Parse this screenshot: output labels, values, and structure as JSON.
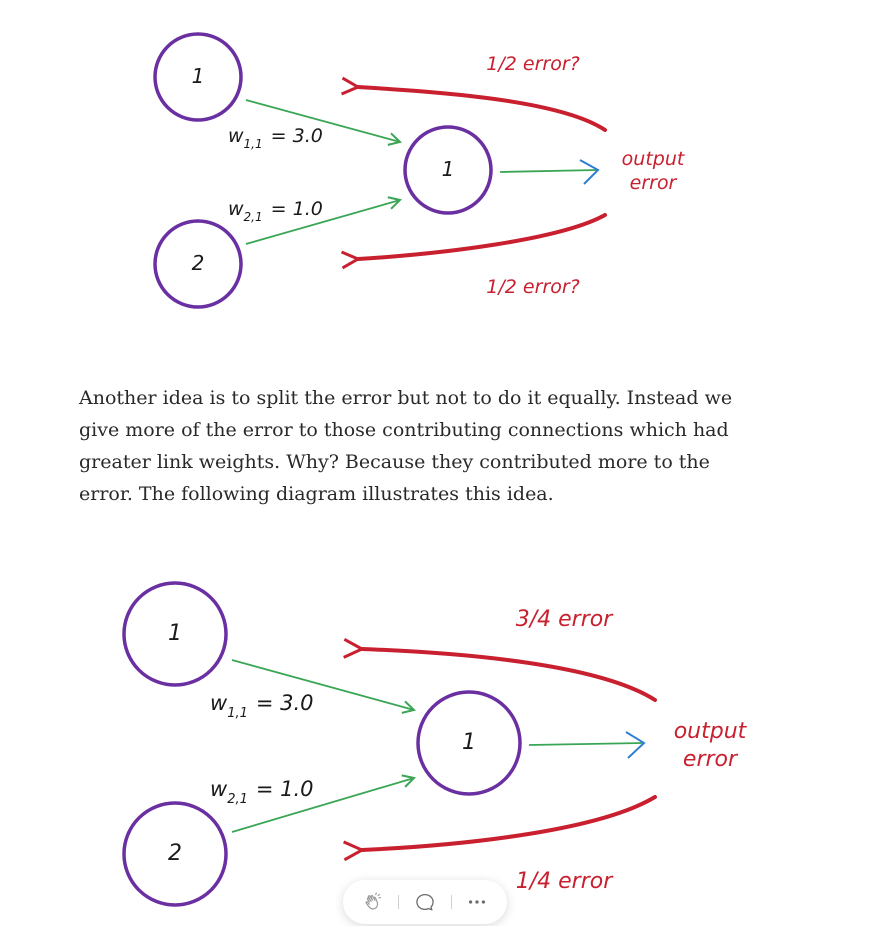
{
  "diagram_1": {
    "input_node_1": "1",
    "input_node_2": "2",
    "output_node": "1",
    "weight_1": {
      "symbol": "w",
      "subscript": "1,1",
      "value": "= 3.0"
    },
    "weight_2": {
      "symbol": "w",
      "subscript": "2,1",
      "value": "= 1.0"
    },
    "error_top": "1/2 error?",
    "error_bottom": "1/2 error?",
    "output_label_line1": "output",
    "output_label_line2": "error"
  },
  "paragraph": "Another idea is to split the error but not to do it equally. Instead we give more of the error to those contributing connections which had greater link weights. Why? Because they contributed more to the error. The following diagram illustrates this idea.",
  "diagram_2": {
    "input_node_1": "1",
    "input_node_2": "2",
    "output_node": "1",
    "weight_1": {
      "symbol": "w",
      "subscript": "1,1",
      "value": "= 3.0"
    },
    "weight_2": {
      "symbol": "w",
      "subscript": "2,1",
      "value": "= 1.0"
    },
    "error_top": "3/4 error",
    "error_bottom": "1/4 error",
    "output_label_line1": "output",
    "output_label_line2": "error"
  },
  "colors": {
    "node_stroke": "#6a2fa0",
    "weight_arrow": "#3aa655",
    "error_arrow": "#c8202f",
    "output_arrow_green": "#3aa655",
    "output_arrow_blue": "#2e7fd0",
    "error_text": "#c8202f",
    "output_text": "#c8202f",
    "label_text": "#1a1a1a",
    "body_text": "#292929"
  },
  "action_bar": {
    "clap_icon": "clap-icon",
    "comment_icon": "comment-icon",
    "more_icon": "more-icon"
  }
}
